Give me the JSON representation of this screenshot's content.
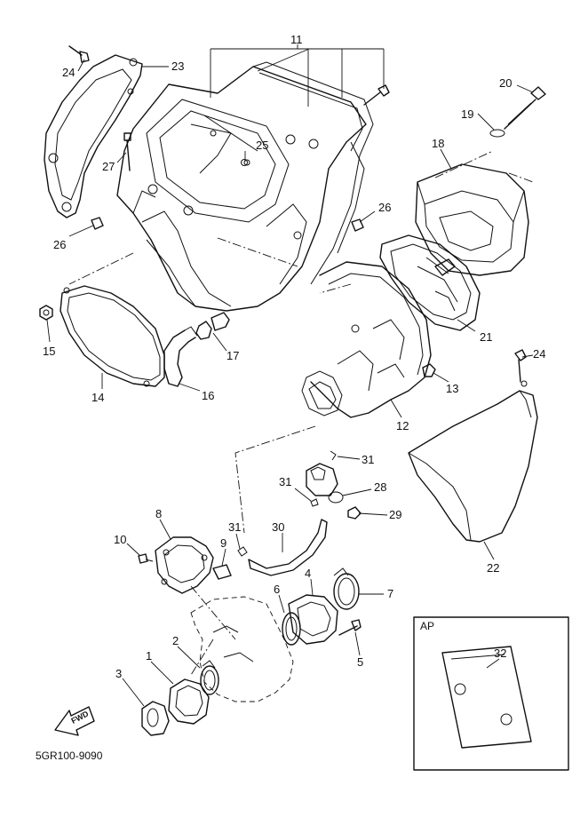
{
  "callouts": {
    "c1": "1",
    "c2": "2",
    "c3": "3",
    "c4": "4",
    "c5": "5",
    "c6": "6",
    "c7": "7",
    "c8": "8",
    "c9": "9",
    "c10": "10",
    "c11": "11",
    "c12": "12",
    "c13": "13",
    "c14": "14",
    "c15": "15",
    "c16": "16",
    "c17": "17",
    "c18": "18",
    "c19": "19",
    "c20": "20",
    "c21": "21",
    "c22": "22",
    "c23": "23",
    "c24a": "24",
    "c24b": "24",
    "c25": "25",
    "c26a": "26",
    "c26b": "26",
    "c27": "27",
    "c28": "28",
    "c29": "29",
    "c30": "30",
    "c31a": "31",
    "c31b": "31",
    "c32": "32"
  },
  "inset": {
    "label": "AP",
    "part": "32"
  },
  "fwd_label": "FWD",
  "drawing_code": "5GR100-9090"
}
